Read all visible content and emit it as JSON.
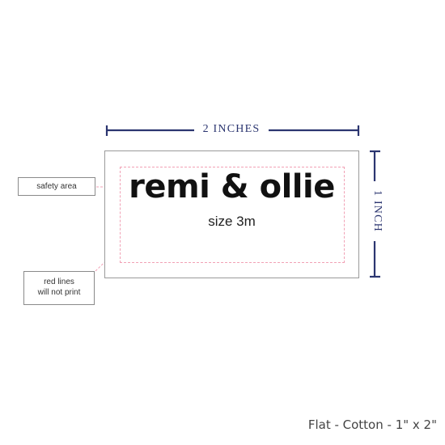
{
  "dimensions": {
    "width_label": "2 INCHES",
    "height_label": "1 INCH"
  },
  "label": {
    "name": "remi & ollie",
    "subtitle": "size 3m"
  },
  "callouts": {
    "safety_area": "safety area",
    "red_lines_line1": "red lines",
    "red_lines_line2": "will not print"
  },
  "footer": {
    "product": "Flat - Cotton - 1\" x 2\""
  },
  "colors": {
    "dimension": "#2b3570",
    "safety_line": "#f1a1b5",
    "marker_dot": "#c2185b"
  }
}
